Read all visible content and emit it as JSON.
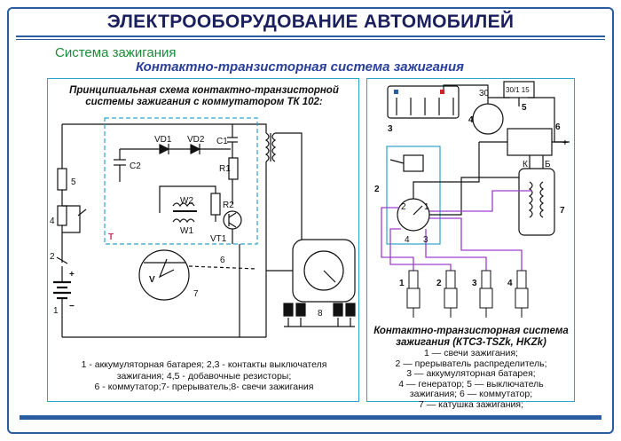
{
  "header": {
    "title": "ЭЛЕКТРООБОРУДОВАНИЕ АВТОМОБИЛЕЙ"
  },
  "section": {
    "title": "Система зажигания",
    "subtitle": "Контактно-транзисторная система зажигания"
  },
  "left": {
    "caption": [
      "Принципиальная схема контактно-транзисторной",
      "системы зажигания с коммутатором ТК 102:"
    ],
    "legend": [
      "1 - аккумуляторная батарея; 2,3 - контакты выключателя",
      "зажигания; 4,5 - добавочные резисторы;",
      "6 - коммутатор;7- прерыватель;8- свечи зажигания"
    ],
    "labels": {
      "vd1": "VD1",
      "vd2": "VD2",
      "c1": "C1",
      "c2": "C2",
      "r1": "R1",
      "r2": "R2",
      "w1": "W1",
      "w2": "W2",
      "vt1": "VT1",
      "t": "T",
      "v": "V",
      "n1": "1",
      "n2": "2",
      "n4": "4",
      "n5": "5",
      "n6": "6",
      "n7": "7",
      "n8": "8",
      "plus": "+",
      "minus": "−"
    }
  },
  "right": {
    "caption": [
      "Контактно-транзисторная система",
      "зажигания (КТСЗ-TSZk, HKZk)"
    ],
    "legend": [
      "1 — свечи зажигания;",
      "2 — прерыватель распределитель;",
      "3 — аккумуляторная батарея;",
      "4 — генератор; 5 — выключатель",
      "зажигания; 6 — коммутатор;",
      "7 — катушка зажигания;"
    ],
    "labels": {
      "n1": "1",
      "n2": "2",
      "n3": "3",
      "n4": "4",
      "n5": "5",
      "n6": "6",
      "n7": "7",
      "n30": "30",
      "switch": "30/1 15",
      "k": "К",
      "b": "Б",
      "d1": "1",
      "d2": "2",
      "d3": "3",
      "d4": "4",
      "s1": "1",
      "s2": "2",
      "s3": "3",
      "s4": "4",
      "plus": "+"
    }
  }
}
